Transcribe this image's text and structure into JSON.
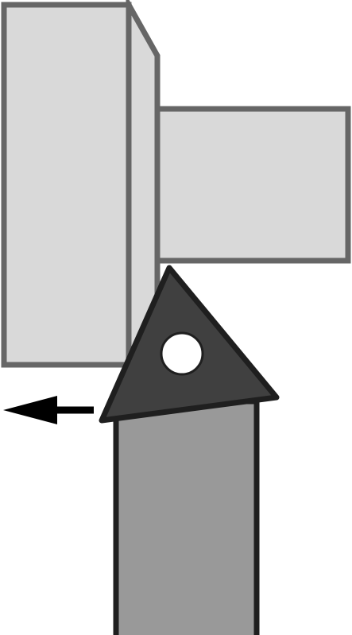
{
  "diagram": {
    "description_icons": {
      "workpiece": "workpiece-block",
      "chamfer": "chamfer-face",
      "shaft": "workpiece-shaft",
      "insert": "triangular-insert",
      "hole": "insert-clamp-hole",
      "holder": "tool-holder-shank",
      "feed": "feed-direction-arrow"
    },
    "colors": {
      "workpiece_fill": "#d9d9d9",
      "workpiece_stroke": "#666666",
      "insert_fill": "#404040",
      "insert_stroke": "#1f1f1f",
      "holder_fill": "#999999",
      "holder_stroke": "#1f1f1f",
      "hole_fill": "#ffffff",
      "arrow": "#000000",
      "background": "#ffffff"
    }
  }
}
